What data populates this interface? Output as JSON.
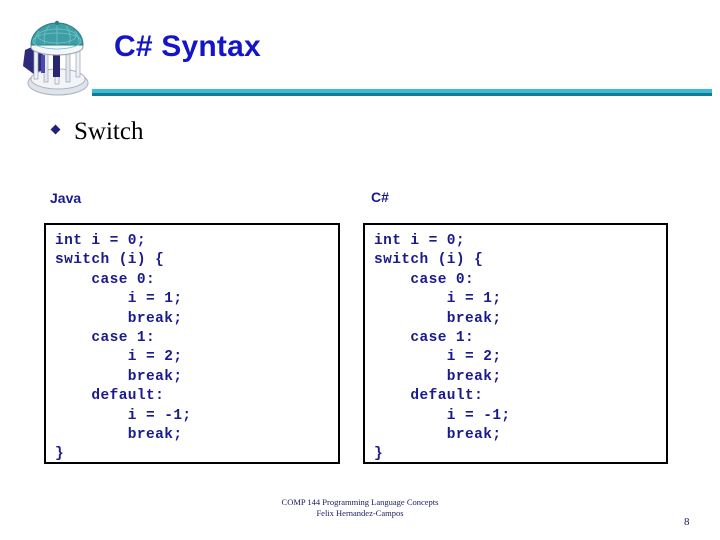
{
  "slide": {
    "title": "C# Syntax",
    "page_number": "8",
    "title_color": "#1414c8",
    "rule_color": "#3bbcd4",
    "rule_shadow_color": "#127a94",
    "code_color": "#1a1a8c",
    "label_color": "#1a1a8c"
  },
  "logo": {
    "name": "old-well-logo",
    "dome_color": "#3f9ea5",
    "column_color": "#e8ecf2",
    "shadow_color": "#2b2b7a",
    "base_color": "#dfe4ea"
  },
  "bullets": [
    {
      "marker": "diamond-bullet",
      "text": "Switch"
    }
  ],
  "columns": [
    {
      "label": "Java",
      "code": "int i = 0;\nswitch (i) {\n    case 0:\n        i = 1;\n        break;\n    case 1:\n        i = 2;\n        break;\n    default:\n        i = -1;\n        break;\n}"
    },
    {
      "label": "C#",
      "code": "int i = 0;\nswitch (i) {\n    case 0:\n        i = 1;\n        break;\n    case 1:\n        i = 2;\n        break;\n    default:\n        i = -1;\n        break;\n}"
    }
  ],
  "footer": {
    "line1": "COMP 144 Programming Language Concepts",
    "line2": "Felix Hernandez-Campos"
  }
}
